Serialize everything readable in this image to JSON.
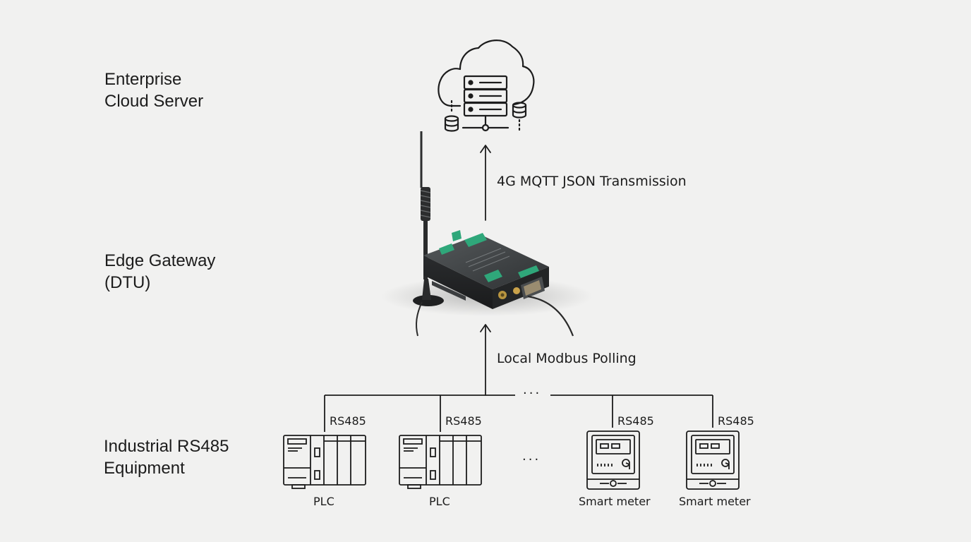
{
  "tiers": {
    "cloud": [
      "Enterprise",
      "Cloud Server"
    ],
    "gateway": [
      "Edge Gateway",
      "(DTU)"
    ],
    "equipment": [
      "Industrial RS485",
      "Equipment"
    ]
  },
  "arrows": {
    "uplink": "4G MQTT JSON Transmission",
    "local": "Local Modbus Polling"
  },
  "bus": {
    "ellipsis": "...",
    "port_labels": [
      "RS485",
      "RS485",
      "RS485",
      "RS485"
    ]
  },
  "devices": [
    {
      "name": "PLC",
      "icon": "plc-icon"
    },
    {
      "name": "PLC",
      "icon": "plc-icon"
    },
    {
      "name": "...",
      "icon": "ellipsis"
    },
    {
      "name": "Smart meter",
      "icon": "smart-meter-icon"
    },
    {
      "name": "Smart meter",
      "icon": "smart-meter-icon"
    }
  ],
  "colors": {
    "line": "#1c1c1c",
    "gateway_body": "#3a3d3f",
    "gateway_accent": "#2fa77a"
  }
}
